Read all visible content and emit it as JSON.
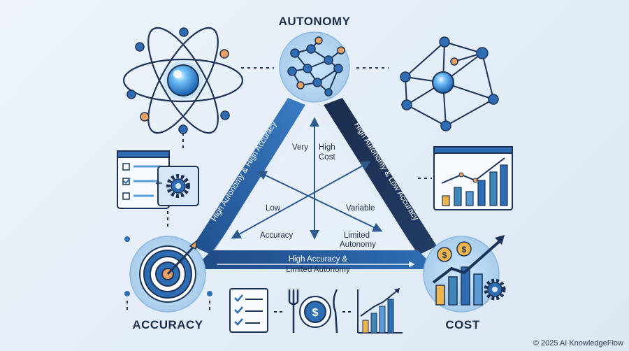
{
  "corners": {
    "autonomy": "AUTONOMY",
    "accuracy": "ACCURACY",
    "cost": "COST"
  },
  "edges": {
    "left": "High Autonomy & High Accuracy",
    "right": "High Autonomy & Low Accuracy",
    "bottom_line1": "High Accuracy &",
    "bottom_line2": "Limited Autonomy"
  },
  "inner": {
    "very": "Very",
    "high": "High",
    "cost": "Cost",
    "low": "Low",
    "variable": "Variable",
    "accuracy": "Accuracy",
    "limited": "Limited",
    "autonomy": "Autonomy"
  },
  "footer": {
    "copyright": "© 2025 AI KnowledgeFlow"
  },
  "colors": {
    "navy": "#1c3357",
    "blue": "#2e6db4",
    "light_blue": "#5b9bd5",
    "orange": "#e9a062",
    "gold": "#f0b44c",
    "teal": "#3e86b5"
  },
  "icons": [
    "atom-icon",
    "neural-network-icon",
    "network-graph-icon",
    "checklist-gear-icon",
    "bar-chart-report-icon",
    "target-arrow-icon",
    "checklist-icon",
    "fork-knife-icon",
    "dollar-plate-icon",
    "bar-chart-icon",
    "cost-growth-chart-icon"
  ]
}
